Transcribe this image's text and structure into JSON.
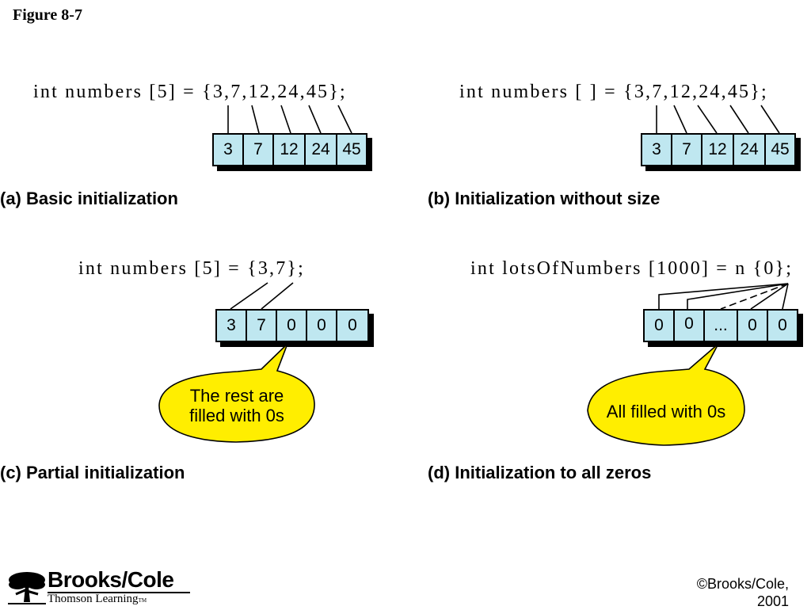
{
  "figure_title": "Figure 8-7",
  "panels": {
    "a": {
      "code": "int numbers [5] = {3,7,12,24,45};",
      "cells": [
        "3",
        "7",
        "12",
        "24",
        "45"
      ],
      "caption": "(a) Basic initialization"
    },
    "b": {
      "code": "int numbers [ ] = {3,7,12,24,45};",
      "cells": [
        "3",
        "7",
        "12",
        "24",
        "45"
      ],
      "caption": "(b) Initialization without size"
    },
    "c": {
      "code": "int numbers [5] = {3,7};",
      "cells": [
        "3",
        "7",
        "0",
        "0",
        "0"
      ],
      "caption": "(c) Partial initialization",
      "callout_line1": "The rest  are",
      "callout_line2": "filled with 0s"
    },
    "d": {
      "code": "int lotsOfNumbers [1000] = n {0};",
      "cells": [
        "0",
        "0",
        "...",
        "0",
        "0"
      ],
      "caption": "(d) Initialization to all zeros",
      "callout": "All filled with 0s"
    }
  },
  "footer": {
    "brand": "Brooks/Cole",
    "brand_sub": "Thomson Learning",
    "brand_tm": "TM",
    "copyright_line1": "©Brooks/Cole,",
    "copyright_line2": "2001"
  },
  "colors": {
    "cell_fill": "#bfe7f0",
    "callout_fill": "#ffee00"
  }
}
